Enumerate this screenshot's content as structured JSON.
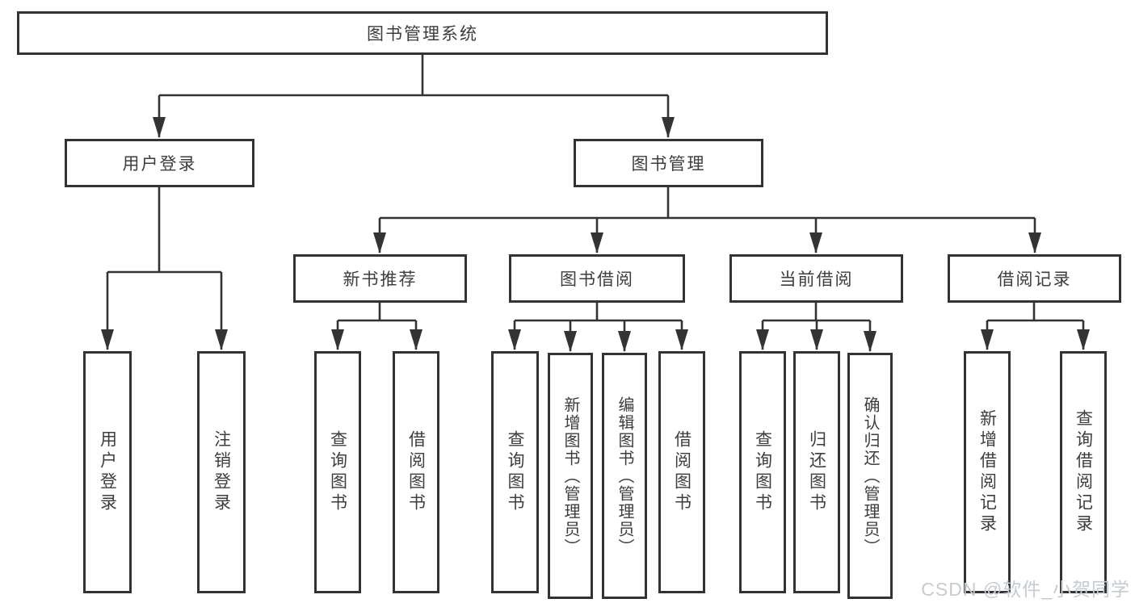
{
  "diagram_title": "图书管理系统",
  "nodes": {
    "root": {
      "label": "图书管理系统"
    },
    "user_login": {
      "label": "用户登录"
    },
    "book_management": {
      "label": "图书管理"
    },
    "new_book_recommend": {
      "label": "新书推荐"
    },
    "book_borrow": {
      "label": "图书借阅"
    },
    "current_borrow": {
      "label": "当前借阅"
    },
    "borrow_records": {
      "label": "借阅记录"
    },
    "leaf_user_login": {
      "label": "用户登录"
    },
    "leaf_logout": {
      "label": "注销登录"
    },
    "leaf_query_book_recommend": {
      "label": "查询图书"
    },
    "leaf_borrow_book_recommend": {
      "label": "借阅图书"
    },
    "leaf_query_book_borrow": {
      "label": "查询图书"
    },
    "leaf_add_book_admin": {
      "label": "新增图书（管理员）"
    },
    "leaf_edit_book_admin": {
      "label": "编辑图书（管理员）"
    },
    "leaf_borrow_book_borrow": {
      "label": "借阅图书"
    },
    "leaf_query_book_current": {
      "label": "查询图书"
    },
    "leaf_return_book": {
      "label": "归还图书"
    },
    "leaf_confirm_return_admin": {
      "label": "确认归还（管理员）"
    },
    "leaf_add_borrow_record": {
      "label": "新增借阅记录"
    },
    "leaf_query_borrow_record": {
      "label": "查询借阅记录"
    }
  },
  "watermark": {
    "text": "CSDN @软件_小贺同学"
  },
  "colors": {
    "line": "#333333",
    "box_border": "#333333",
    "box_fill": "#ffffff",
    "text": "#3d3d3d",
    "watermark": "#c6cbd0",
    "background": "#ffffff"
  }
}
